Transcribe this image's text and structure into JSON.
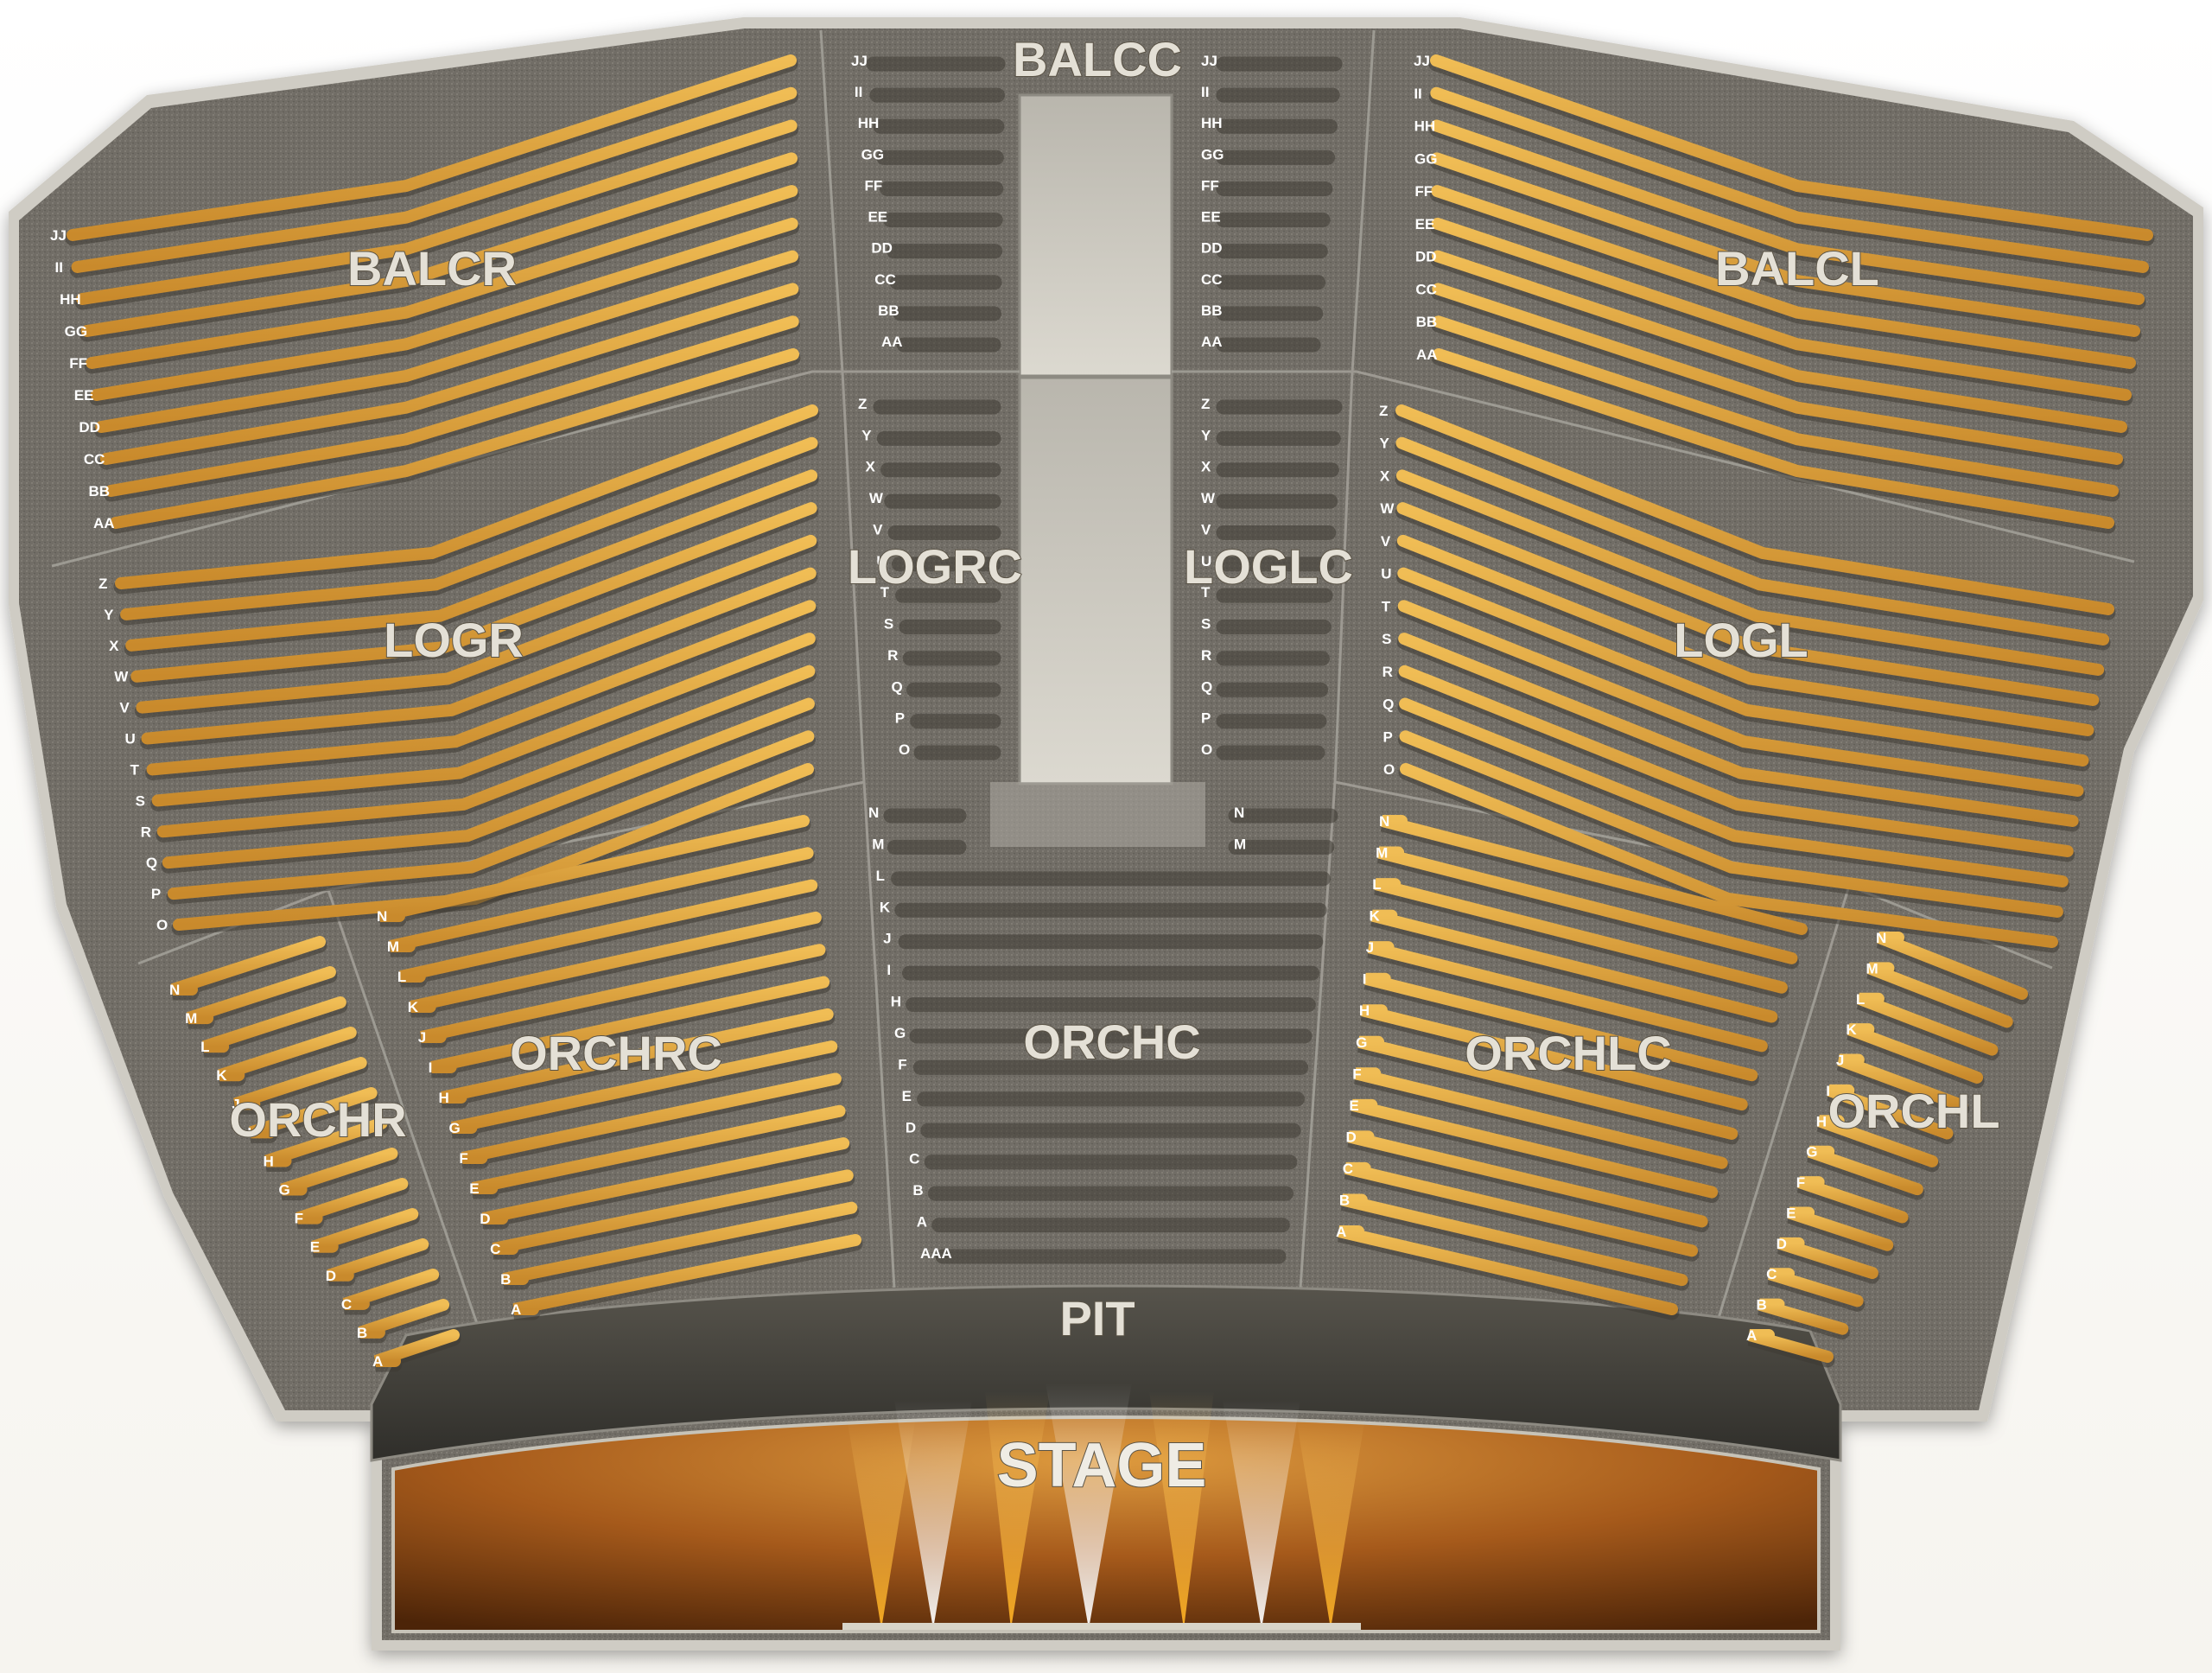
{
  "venue": {
    "sections": [
      {
        "id": "BALCR",
        "label": "BALCR",
        "rows": [
          "JJ",
          "II",
          "HH",
          "GG",
          "FF",
          "EE",
          "DD",
          "CC",
          "BB",
          "AA"
        ]
      },
      {
        "id": "BALCC",
        "label": "BALCC",
        "rows_left": [
          "JJ",
          "II",
          "HH",
          "GG",
          "FF",
          "EE",
          "DD",
          "CC",
          "BB",
          "AA"
        ],
        "rows_right": [
          "JJ",
          "II",
          "HH",
          "GG",
          "FF",
          "EE",
          "DD",
          "CC",
          "BB",
          "AA"
        ]
      },
      {
        "id": "BALCL",
        "label": "BALCL",
        "rows": [
          "JJ",
          "II",
          "HH",
          "GG",
          "FF",
          "EE",
          "DD",
          "CC",
          "BB",
          "AA"
        ]
      },
      {
        "id": "LOGR",
        "label": "LOGR",
        "rows": [
          "Z",
          "Y",
          "X",
          "W",
          "V",
          "U",
          "T",
          "S",
          "R",
          "Q",
          "P",
          "O"
        ]
      },
      {
        "id": "LOGRC",
        "label": "LOGRC",
        "rows": [
          "Z",
          "Y",
          "X",
          "W",
          "V",
          "U",
          "T",
          "S",
          "R",
          "Q",
          "P",
          "O"
        ]
      },
      {
        "id": "LOGLC",
        "label": "LOGLC",
        "rows": [
          "Z",
          "Y",
          "X",
          "W",
          "V",
          "U",
          "T",
          "S",
          "R",
          "Q",
          "P",
          "O"
        ]
      },
      {
        "id": "LOGL",
        "label": "LOGL",
        "rows": [
          "Z",
          "Y",
          "X",
          "W",
          "V",
          "U",
          "T",
          "S",
          "R",
          "Q",
          "P",
          "O"
        ]
      },
      {
        "id": "ORCHR",
        "label": "ORCHR",
        "rows": [
          "N",
          "M",
          "L",
          "K",
          "J",
          "I",
          "H",
          "G",
          "F",
          "E",
          "D",
          "C",
          "B",
          "A"
        ]
      },
      {
        "id": "ORCHRC",
        "label": "ORCHRC",
        "rows": [
          "N",
          "M",
          "L",
          "K",
          "J",
          "I",
          "H",
          "G",
          "F",
          "E",
          "D",
          "C",
          "B",
          "A"
        ]
      },
      {
        "id": "ORCHC",
        "label": "ORCHC",
        "rows": [
          "N",
          "M",
          "L",
          "K",
          "J",
          "I",
          "H",
          "G",
          "F",
          "E",
          "D",
          "C",
          "B",
          "A",
          "AAA"
        ]
      },
      {
        "id": "ORCHLC",
        "label": "ORCHLC",
        "rows": [
          "N",
          "M",
          "L",
          "K",
          "J",
          "I",
          "H",
          "G",
          "F",
          "E",
          "D",
          "C",
          "B",
          "A"
        ]
      },
      {
        "id": "ORCHL",
        "label": "ORCHL",
        "rows": [
          "N",
          "M",
          "L",
          "K",
          "J",
          "I",
          "H",
          "G",
          "F",
          "E",
          "D",
          "C",
          "B",
          "A"
        ]
      }
    ],
    "pit": {
      "label": "PIT"
    },
    "stage": {
      "label": "STAGE"
    }
  },
  "colors": {
    "seat": "#e3aa3f",
    "concrete": "#6f6b64",
    "aisle": "#d6d3c9",
    "stage": "#a95f1c",
    "pit": "#3b3a36"
  }
}
